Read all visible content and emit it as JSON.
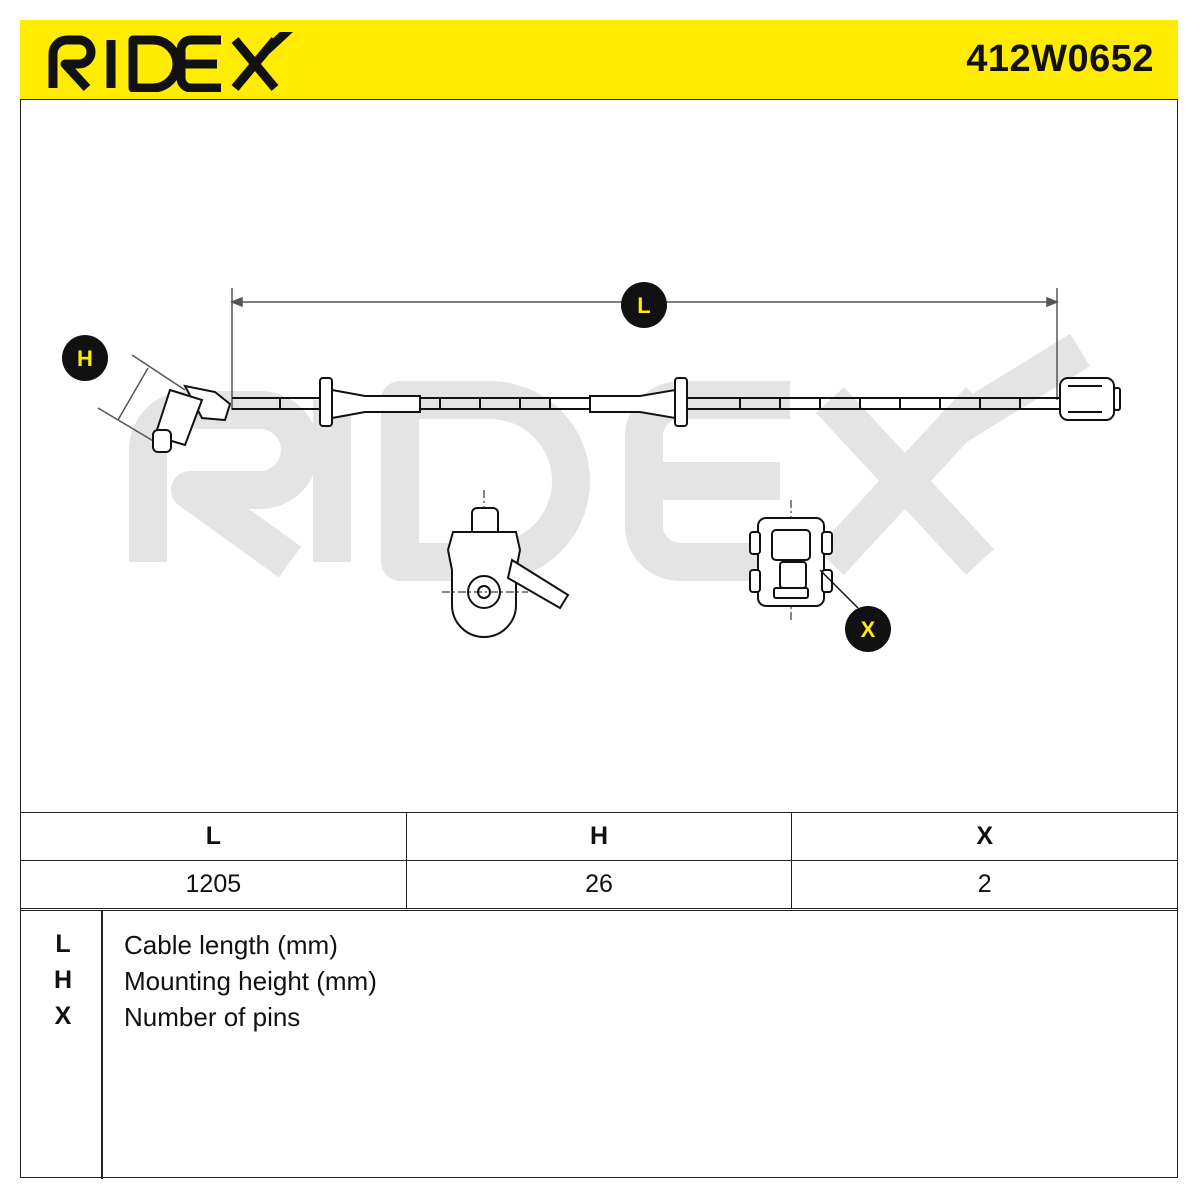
{
  "header": {
    "brand": "RIDEX",
    "part_number": "412W0652",
    "accent_color": "#ffec00"
  },
  "drawing": {
    "watermark": "RIDEX",
    "callouts": {
      "l": "L",
      "h": "H",
      "x": "X"
    }
  },
  "spec_table": {
    "columns": [
      "L",
      "H",
      "X"
    ],
    "values": [
      "1205",
      "26",
      "2"
    ]
  },
  "legend": [
    {
      "key": "L",
      "text": "Cable length (mm)"
    },
    {
      "key": "H",
      "text": "Mounting height (mm)"
    },
    {
      "key": "X",
      "text": "Number of pins"
    }
  ]
}
